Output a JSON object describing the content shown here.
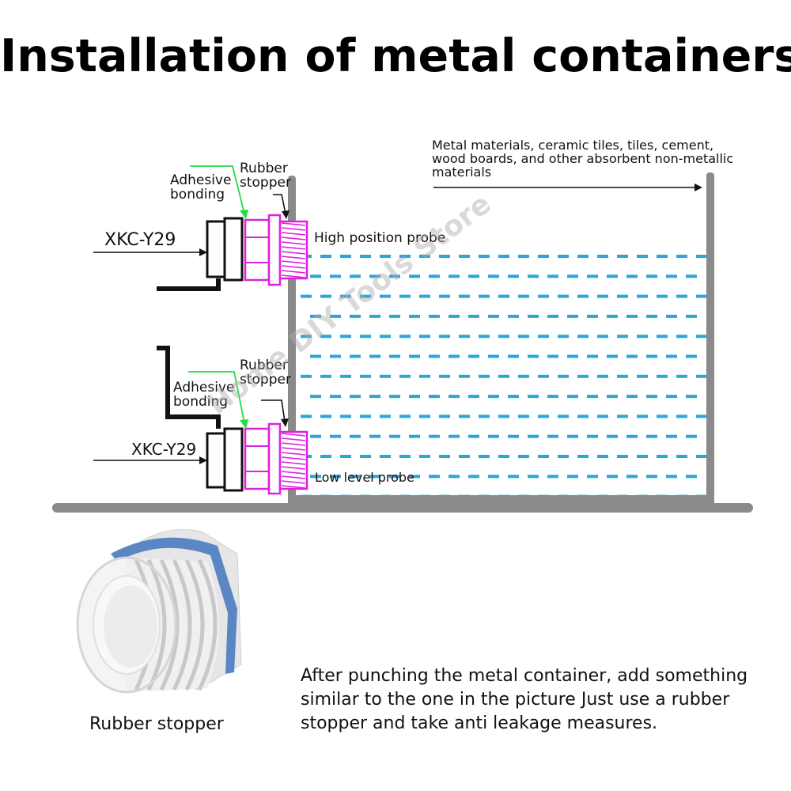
{
  "title": "Installation of metal containers",
  "top_note": {
    "line1": "Metal materials, ceramic tiles, tiles, cement,",
    "line2": "wood boards, and other absorbent non-metallic",
    "line3": "materials"
  },
  "upper_probe": {
    "adhesive_line1": "Adhesive",
    "adhesive_line2": "bonding",
    "rubber_line1": "Rubber",
    "rubber_line2": "stopper",
    "sensor_model": "XKC-Y29",
    "probe_label": "High position probe"
  },
  "lower_probe": {
    "adhesive_line1": "Adhesive",
    "adhesive_line2": "bonding",
    "rubber_line1": "Rubber",
    "rubber_line2": "stopper",
    "sensor_model": "XKC-Y29",
    "probe_label": "Low level probe"
  },
  "watermark": "Home DIY Tools Store",
  "stopper_caption": "Rubber stopper",
  "instructions": "After punching the metal container, add something similar to the one in the picture Just use a rubber stopper and take anti leakage measures.",
  "colors": {
    "water_dash": "#2aa6dc",
    "container_wall": "#8a8a8a",
    "adhesive_arrow": "#22dd44",
    "stopper_magenta": "#e020e0",
    "oring_blue": "#5b86c4"
  }
}
